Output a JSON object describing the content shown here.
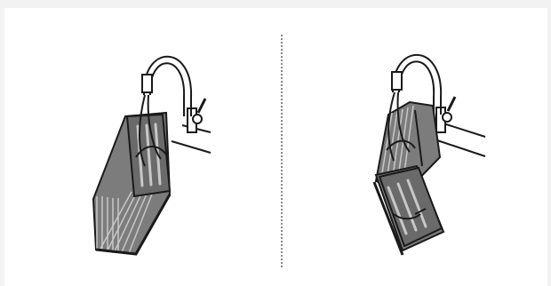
{
  "illustrations": [
    {
      "name": "filter-hanging-closed",
      "colors": {
        "stroke": "#1a1a1a",
        "body": "#7c7c7c",
        "face": "#6a6a6a",
        "rib": "#c8c8c8"
      }
    },
    {
      "name": "filter-hanging-open",
      "colors": {
        "stroke": "#1a1a1a",
        "body": "#7c7c7c",
        "face": "#6a6a6a",
        "rib": "#c8c8c8"
      }
    }
  ],
  "divider_style": "dotted"
}
